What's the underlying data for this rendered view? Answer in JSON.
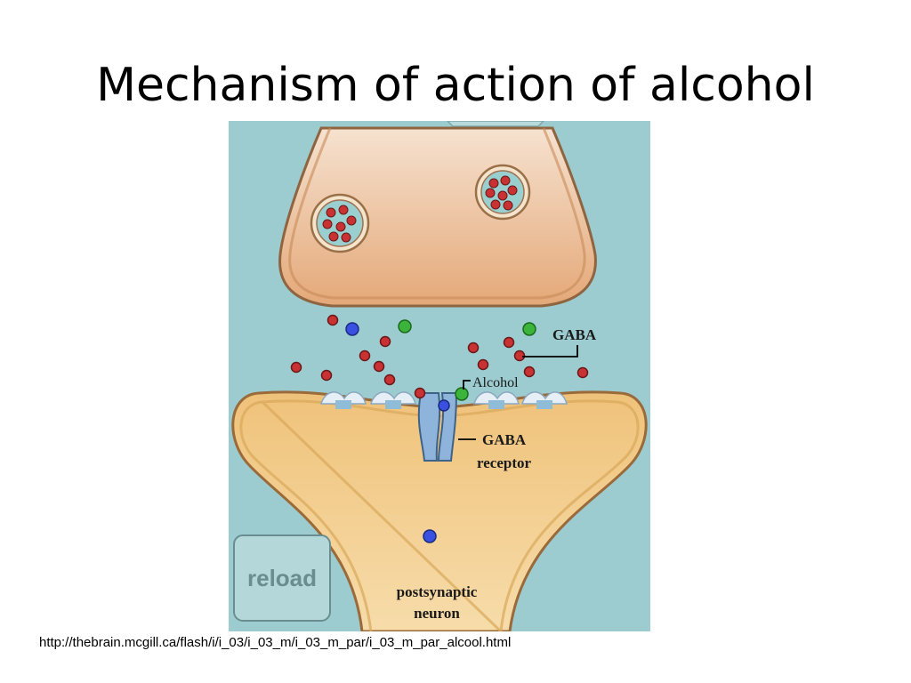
{
  "slide": {
    "title": "Mechanism of action of alcohol",
    "source_url": "http://thebrain.mcgill.ca/flash/i/i_03/i_03_m/i_03_m_par/i_03_m_par_alcool.html"
  },
  "diagram": {
    "labels": {
      "gaba": "GABA",
      "alcohol": "Alcohol",
      "receptor_line1": "GABA",
      "receptor_line2": "receptor",
      "neuron_line1": "postsynaptic",
      "neuron_line2": "neuron"
    },
    "reload_button": "reload",
    "colors": {
      "background": "#9cccd0",
      "presynaptic_fill": "#f0c8a8",
      "postsynaptic_fill": "#f2cc88",
      "membrane_outline": "#9a6a40",
      "neurotransmitter": "#c83232",
      "alcohol_molecule": "#3cb43c",
      "other_molecule": "#3a50e0",
      "receptor": "#8fb4dc"
    }
  }
}
